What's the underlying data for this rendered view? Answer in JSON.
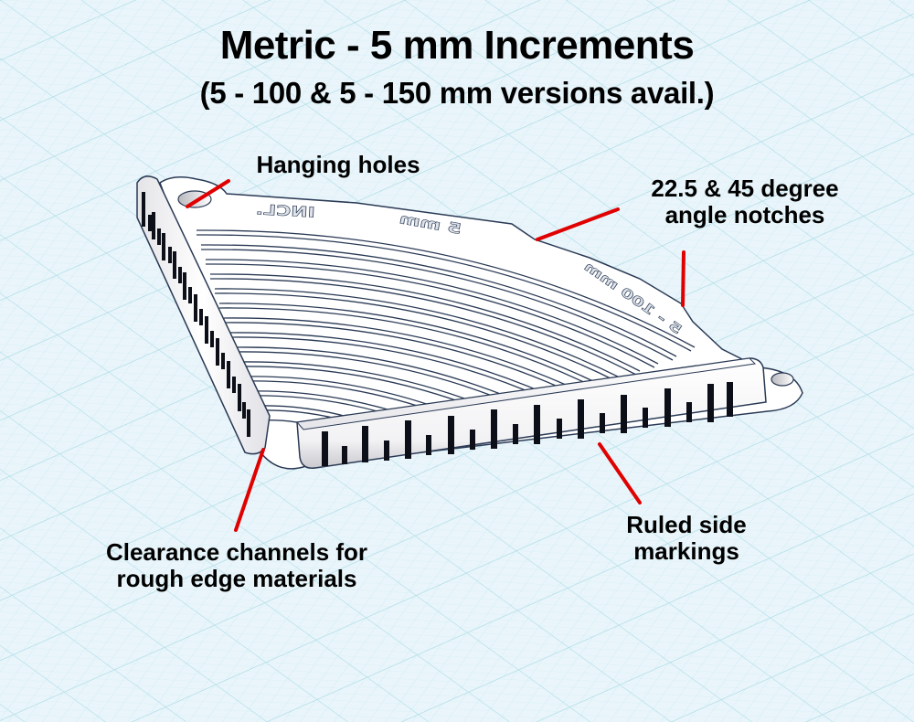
{
  "title": "Metric - 5 mm Increments",
  "subtitle": "(5 - 100 & 5 - 150 mm versions avail.)",
  "callouts": {
    "hanging_holes": {
      "lines": [
        "Hanging holes"
      ]
    },
    "angle_notches": {
      "lines": [
        "22.5 & 45 degree",
        "angle notches"
      ]
    },
    "clearance_channels": {
      "lines": [
        "Clearance channels for",
        "rough edge materials"
      ]
    },
    "ruled_markings": {
      "lines": [
        "Ruled side",
        "markings"
      ]
    }
  },
  "model_engraving": {
    "text_1": "INCL.",
    "text_2": "5 mm",
    "text_3": "5 - 100 mm"
  },
  "colors": {
    "background": "#e9f5fa",
    "grid_major": "#a9dbe6",
    "grid_minor": "#d2edf4",
    "leader_line": "#e00000",
    "model_body": "#ffffff",
    "model_outline": "#2a3a55",
    "tick_marks": "#0c0f18",
    "text": "#000000"
  }
}
